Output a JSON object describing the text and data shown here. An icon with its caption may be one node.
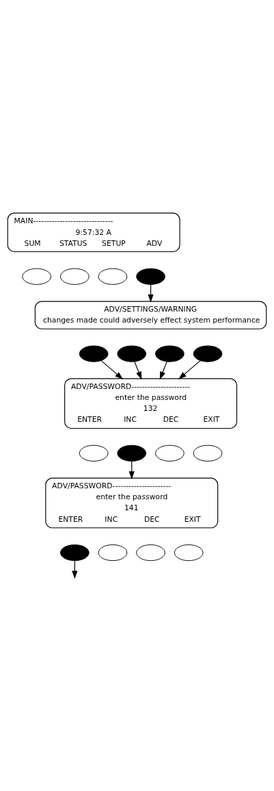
{
  "diagram": {
    "nodes": [
      {
        "text": [
          "MAIN------------------------------",
          "9:57:32 A",
          "SUM",
          "STATUS",
          "SETUP",
          "ADV"
        ]
      },
      {
        "text": [],
        "shape": "ellipse"
      },
      {
        "text": [],
        "shape": "ellipse"
      },
      {
        "text": [],
        "shape": "ellipse"
      },
      {
        "text": [],
        "shape": "ellipse"
      },
      {
        "text": [
          "ADV/SETTINGS/WARNING",
          "changes made could adversely effect system performance"
        ]
      },
      {
        "text": [],
        "shape": "ellipse"
      },
      {
        "text": [],
        "shape": "ellipse"
      },
      {
        "text": [],
        "shape": "ellipse"
      },
      {
        "text": [],
        "shape": "ellipse"
      },
      {
        "text": [
          "ADV/PASSWORD----------------------",
          "enter the password",
          "132",
          "ENTER",
          "INC",
          "DEC",
          "EXIT"
        ]
      },
      {
        "text": [],
        "shape": "ellipse"
      },
      {
        "text": [],
        "shape": "ellipse"
      },
      {
        "text": [],
        "shape": "ellipse"
      },
      {
        "text": [],
        "shape": "ellipse"
      },
      {
        "text": [
          "ADV/PASSWORD----------------------",
          "enter the password",
          "141",
          "ENTER",
          "INC",
          "DEC",
          "EXIT"
        ]
      },
      {
        "text": [],
        "shape": "ellipse"
      },
      {
        "text": [],
        "shape": "ellipse"
      },
      {
        "text": [],
        "shape": "ellipse"
      },
      {
        "text": [],
        "shape": "ellipse"
      }
    ],
    "edges": [
      {
        "from": 4,
        "to": 5,
        "arrow": "to"
      },
      {
        "from": 6,
        "to": 10,
        "arrow": "to"
      },
      {
        "from": 7,
        "to": 10,
        "arrow": "to"
      },
      {
        "from": 8,
        "to": 10,
        "arrow": "to"
      },
      {
        "from": 9,
        "to": 10,
        "arrow": "to"
      },
      {
        "from": 12,
        "to": 15,
        "arrow": "to"
      },
      {
        "from": 16,
        "to": null,
        "arrow": "to"
      }
    ]
  }
}
